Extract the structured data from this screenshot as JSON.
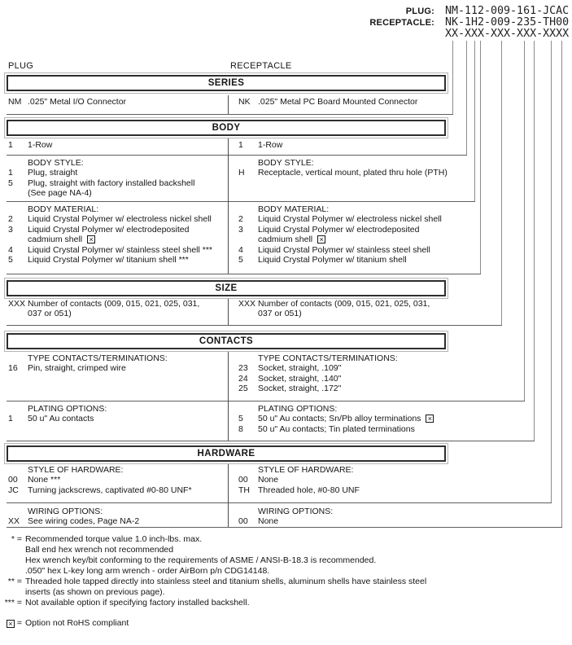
{
  "pn": {
    "plug_label": "PLUG:",
    "plug_value": "NM-112-009-161-JCAC",
    "receptacle_label": "RECEPTACLE:",
    "receptacle_value": "NK-1H2-009-235-TH00",
    "mask_value": "XX-XXX-XXX-XXX-XXXX"
  },
  "columns": {
    "left": "PLUG",
    "right": "RECEPTACLE"
  },
  "icons": {
    "not_rohs_x": "×"
  },
  "series": {
    "title": "SERIES",
    "left": {
      "code": "NM",
      "desc": ".025\" Metal I/O Connector"
    },
    "right": {
      "code": "NK",
      "desc": ".025\" Metal PC Board Mounted Connector"
    }
  },
  "body": {
    "title": "BODY",
    "row": {
      "left_code": "1",
      "left_desc": "1-Row",
      "right_code": "1",
      "right_desc": "1-Row"
    },
    "style": {
      "label_left": "BODY STYLE:",
      "label_right": "BODY STYLE:",
      "left": [
        {
          "code": "1",
          "desc": "Plug, straight"
        },
        {
          "code": "5",
          "desc": "Plug, straight with factory installed backshell"
        },
        {
          "code": "",
          "desc": "(See page NA-4)"
        }
      ],
      "right": [
        {
          "code": "H",
          "desc": "Receptacle, vertical mount, plated thru hole (PTH)"
        }
      ]
    },
    "material": {
      "label_left": "BODY MATERIAL:",
      "label_right": "BODY MATERIAL:",
      "left": [
        {
          "code": "2",
          "desc": "Liquid Crystal Polymer w/ electroless nickel shell"
        },
        {
          "code": "3",
          "desc": "Liquid Crystal Polymer w/ electrodeposited"
        },
        {
          "code": "",
          "desc": "cadmium shell"
        },
        {
          "code": "4",
          "desc": "Liquid Crystal Polymer w/ stainless steel shell ***"
        },
        {
          "code": "5",
          "desc": "Liquid Crystal Polymer w/ titanium shell ***"
        }
      ],
      "right": [
        {
          "code": "2",
          "desc": "Liquid Crystal Polymer w/ electroless nickel shell"
        },
        {
          "code": "3",
          "desc": "Liquid Crystal Polymer w/ electrodeposited"
        },
        {
          "code": "",
          "desc": "cadmium shell"
        },
        {
          "code": "4",
          "desc": "Liquid Crystal Polymer w/ stainless steel shell"
        },
        {
          "code": "5",
          "desc": "Liquid Crystal Polymer w/ titanium shell"
        }
      ]
    }
  },
  "size": {
    "title": "SIZE",
    "left": {
      "code": "XXX",
      "line1": "Number of contacts (009, 015, 021, 025, 031,",
      "line2": "037 or 051)"
    },
    "right": {
      "code": "XXX",
      "line1": "Number of contacts (009, 015, 021, 025, 031,",
      "line2": "037 or 051)"
    }
  },
  "contacts": {
    "title": "CONTACTS",
    "type": {
      "label_left": "TYPE CONTACTS/TERMINATIONS:",
      "label_right": "TYPE CONTACTS/TERMINATIONS:",
      "left": [
        {
          "code": "16",
          "desc": "Pin, straight, crimped wire"
        }
      ],
      "right": [
        {
          "code": "23",
          "desc": "Socket, straight, .109\""
        },
        {
          "code": "24",
          "desc": "Socket, straight, .140\""
        },
        {
          "code": "25",
          "desc": "Socket, straight, .172\""
        }
      ]
    },
    "plating": {
      "label_left": "PLATING OPTIONS:",
      "label_right": "PLATING OPTIONS:",
      "left": [
        {
          "code": "1",
          "desc": "50 u\" Au contacts"
        }
      ],
      "right": [
        {
          "code": "5",
          "desc": "50 u\" Au contacts; Sn/Pb alloy terminations"
        },
        {
          "code": "8",
          "desc": "50 u\" Au contacts; Tin plated terminations"
        }
      ]
    }
  },
  "hardware": {
    "title": "HARDWARE",
    "style": {
      "label_left": "STYLE OF HARDWARE:",
      "label_right": "STYLE OF HARDWARE:",
      "left": [
        {
          "code": "00",
          "desc": "None  ***"
        },
        {
          "code": "JC",
          "desc": "Turning jackscrews, captivated #0-80 UNF*"
        }
      ],
      "right": [
        {
          "code": "00",
          "desc": "None"
        },
        {
          "code": "TH",
          "desc": "Threaded hole, #0-80 UNF"
        }
      ]
    },
    "wiring": {
      "label_left": "WIRING OPTIONS:",
      "label_right": "WIRING OPTIONS:",
      "left": [
        {
          "code": "XX",
          "desc": "See wiring codes, Page NA-2"
        }
      ],
      "right": [
        {
          "code": "00",
          "desc": "None"
        }
      ]
    }
  },
  "footnotes": {
    "f1_marker": "* =",
    "f1_text": "Recommended torque value 1.0 inch-lbs. max.",
    "f1b": "Ball end hex wrench not recommended",
    "f1c": "Hex wrench key/bit conforming to the requirements of ASME / ANSI-B-18.3 is recommended.",
    "f1d": ".050\" hex L-key long arm wrench - order AirBorn p/n CDG14148.",
    "f2_marker": "** =",
    "f2_text": "Threaded hole tapped directly into stainless steel and titanium shells, aluminum shells have stainless steel",
    "f2b": "inserts (as shown on previous page).",
    "f3_marker": "*** =",
    "f3_text": "Not available option if specifying factory installed backshell.",
    "f4_eq": "=",
    "f4_text": "Option not RoHS compliant"
  }
}
